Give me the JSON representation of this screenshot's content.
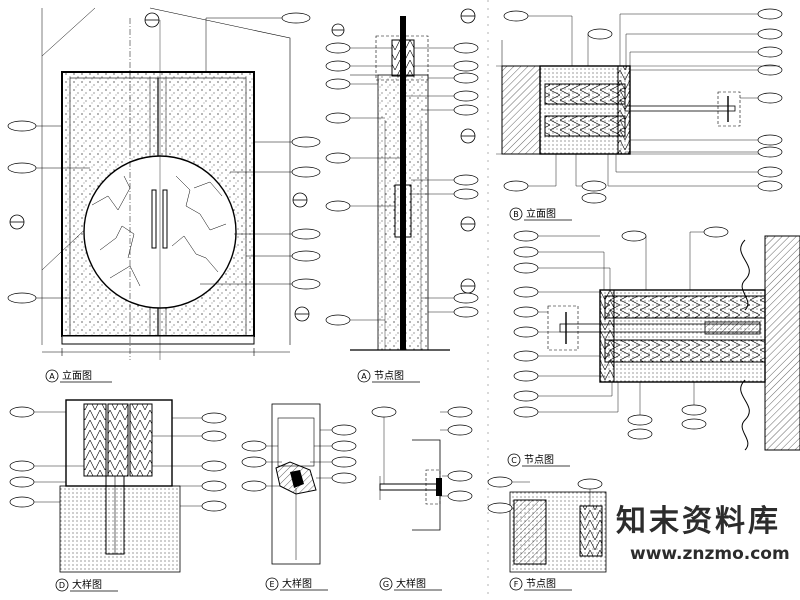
{
  "captions": {
    "elevation": "立面图",
    "node_a": "节点图",
    "node_b": "立面图",
    "node_c": "节点图",
    "large_1": "大样图",
    "large_2": "大样图",
    "large_3": "大样图",
    "node_bottom": "节点图"
  },
  "markers": {
    "elevation": "A",
    "node_a": "A",
    "node_b": "B",
    "node_c": "C",
    "large_1": "D",
    "large_2": "E",
    "large_3": "G",
    "node_bottom": "F"
  },
  "watermark": {
    "title": "知末资料库",
    "url": "www.znzmo.com"
  }
}
